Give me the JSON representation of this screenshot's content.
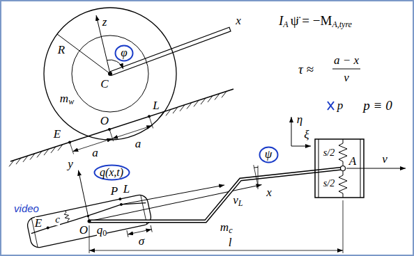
{
  "diagram": {
    "nodes": [
      {
        "text": [
          "φ"
        ]
      },
      {
        "text": [
          "q(x,t)"
        ]
      },
      {
        "text": [
          "ψ"
        ]
      }
    ],
    "labels": [
      "I",
      "A",
      "ψ̈ = −M",
      "A,tyre",
      "τ ≈",
      "a − x",
      "v",
      "p",
      "p ≡ 0",
      "z",
      "x",
      "R",
      "C",
      "m",
      "w",
      "a",
      "a",
      "O",
      "L",
      "E",
      "η",
      "ξ",
      "y",
      "P",
      "L",
      "E",
      "c",
      "O",
      "q",
      "0",
      "σ",
      "x",
      "v",
      "L",
      "m",
      "c",
      "s/2",
      "A",
      "s/2",
      "v",
      "l",
      "video"
    ]
  }
}
